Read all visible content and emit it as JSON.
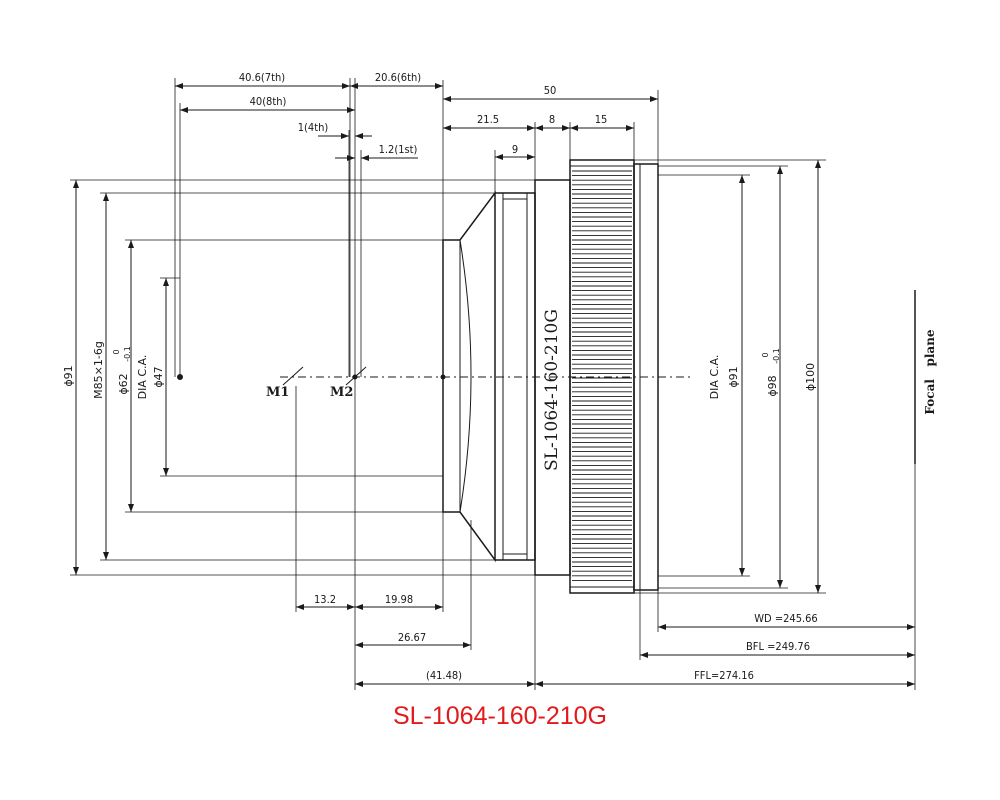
{
  "title": "SL-1064-160-210G",
  "body_label": "SL-1064-160-210G",
  "colors": {
    "line": "#1a1a1a",
    "caption": "#e11b1b"
  },
  "labels": {
    "m1": "M1",
    "m2": "M2",
    "focal_plane": "Focal   plane"
  },
  "dimensions": {
    "d_40_6_7th": "40.6(7th)",
    "d_40_8th": "40(8th)",
    "d_20_6_6th": "20.6(6th)",
    "d_1_4th": "1(4th)",
    "d_1_2_1st": "1.2(1st)",
    "d_50": "50",
    "d_21_5": "21.5",
    "d_8": "8",
    "d_15": "15",
    "d_9": "9",
    "d_13_2": "13.2",
    "d_19_98": "19.98",
    "d_26_67": "26.67",
    "d_41_48": "(41.48)",
    "wd": "WD =245.66",
    "bfl": "BFL =249.76",
    "ffl": "FFL=274.16",
    "phi91_left": "ϕ91",
    "m85": "M85×1-6g",
    "phi62": "ϕ62",
    "phi62_tol": "0",
    "phi62_tol_low": "-0.1",
    "dia_ca_left": "DIA C.A.",
    "phi47": "ϕ47",
    "dia_ca_right": "DIA C.A.",
    "phi91_right": "ϕ91",
    "phi98": "ϕ98",
    "phi98_tol": "0",
    "phi98_tol_low": "-0.1",
    "phi100": "ϕ100"
  }
}
